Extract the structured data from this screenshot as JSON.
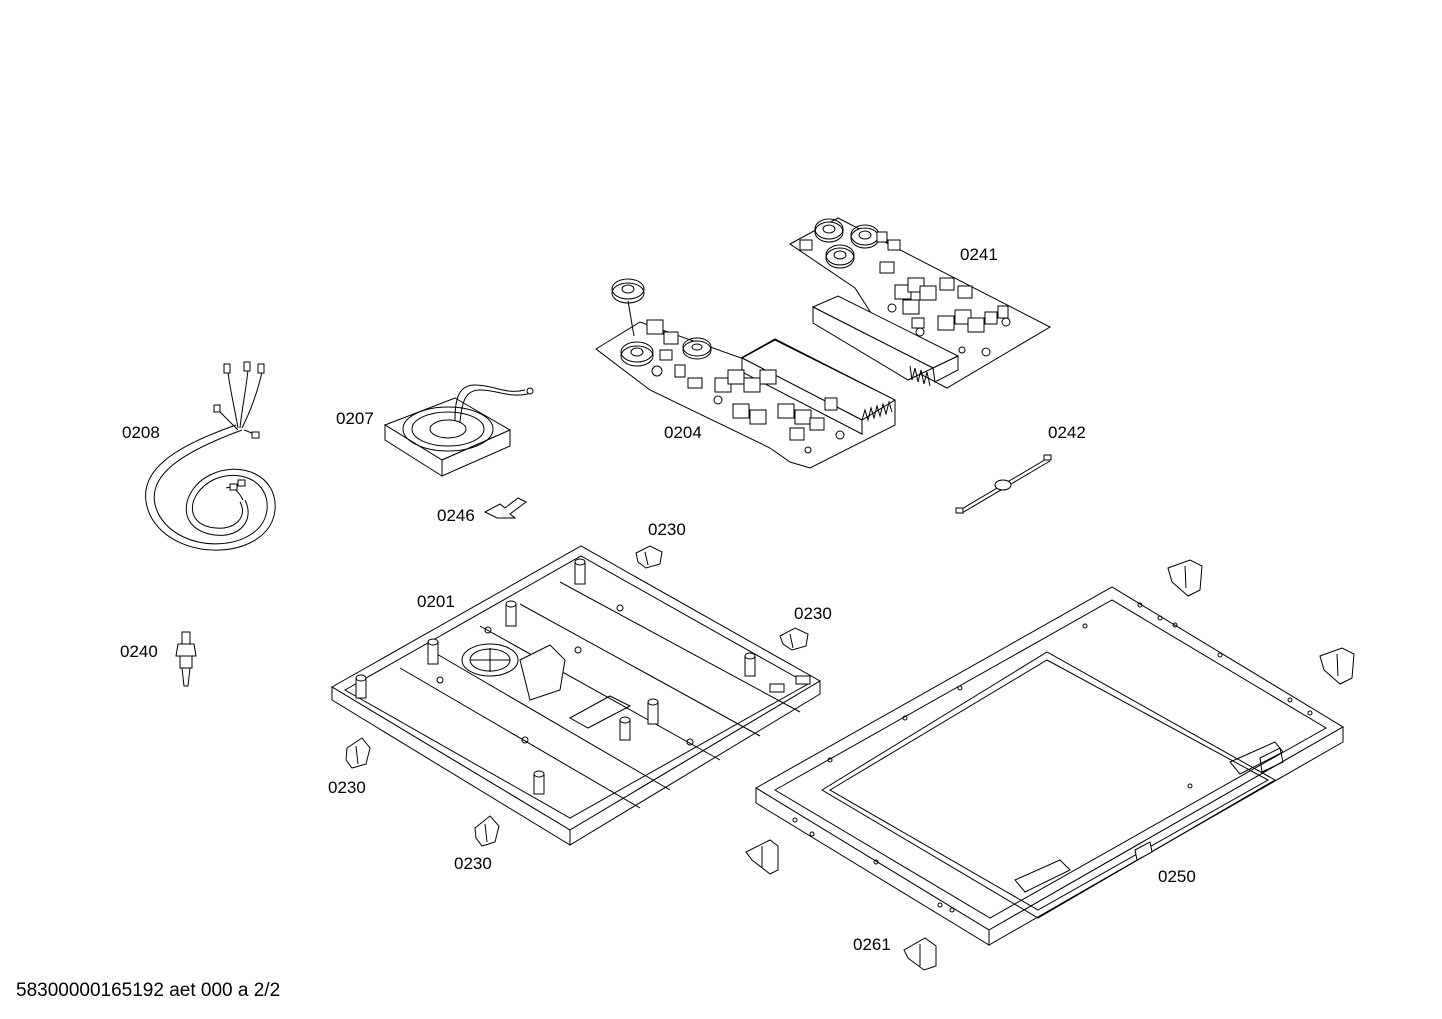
{
  "labels": {
    "p0241": "0241",
    "p0204": "0204",
    "p0207": "0207",
    "p0208": "0208",
    "p0242": "0242",
    "p0246": "0246",
    "p0230a": "0230",
    "p0230b": "0230",
    "p0230c": "0230",
    "p0230d": "0230",
    "p0201": "0201",
    "p0240": "0240",
    "p0250": "0250",
    "p0261": "0261"
  },
  "footer": "58300000165192 aet 000 a 2/2"
}
